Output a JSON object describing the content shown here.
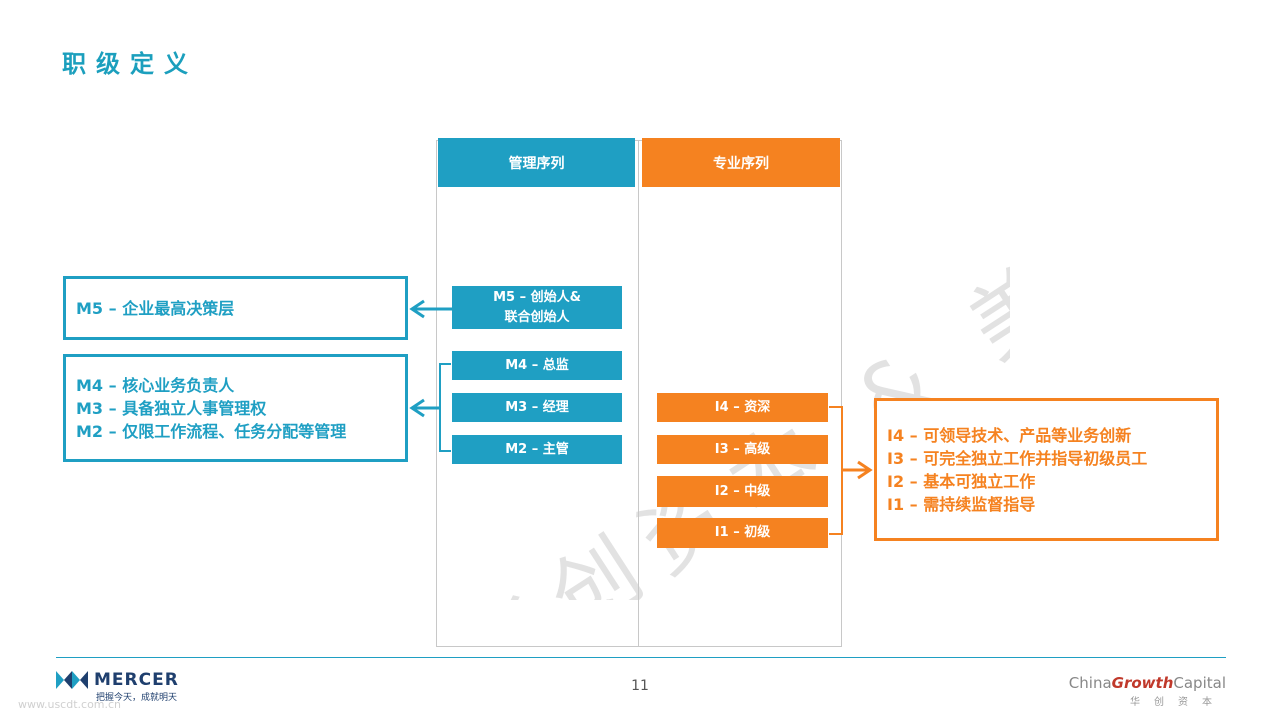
{
  "title": "职级定义",
  "columns": {
    "management": "管理序列",
    "professional": "专业序列"
  },
  "management_levels": [
    {
      "line1": "M5 – 创始人&",
      "line2": "联合创始人"
    },
    {
      "line1": "M4 – 总监",
      "line2": ""
    },
    {
      "line1": "M3 – 经理",
      "line2": ""
    },
    {
      "line1": "M2 – 主管",
      "line2": ""
    }
  ],
  "professional_levels": [
    "I4 – 资深",
    "I3 – 高级",
    "I2 – 中级",
    "I1 – 初级"
  ],
  "callout_m5": "M5 – 企业最高决策层",
  "callout_m": [
    "M4 – 核心业务负责人",
    "M3 – 具备独立人事管理权",
    "M2 – 仅限工作流程、任务分配等管理"
  ],
  "callout_i": [
    "I4 – 可领导技术、产品等业务创新",
    "I3 – 可完全独立工作并指导初级员工",
    "I2 – 基本可独立工作",
    "I1 – 需持续监督指导"
  ],
  "watermark": "华创资本 & 美世",
  "footer": {
    "page_number": "11",
    "mercer_name": "MERCER",
    "mercer_tagline": "把握今天，成就明天",
    "url": "www.uscdt.com.cn",
    "cgc_prefix": "China",
    "cgc_growth": "Growth",
    "cgc_suffix": "Capital",
    "cgc_chinese": "华创资本"
  },
  "colors": {
    "blue": "#1f9fc3",
    "orange": "#f58220",
    "title": "#1b9fbd"
  }
}
